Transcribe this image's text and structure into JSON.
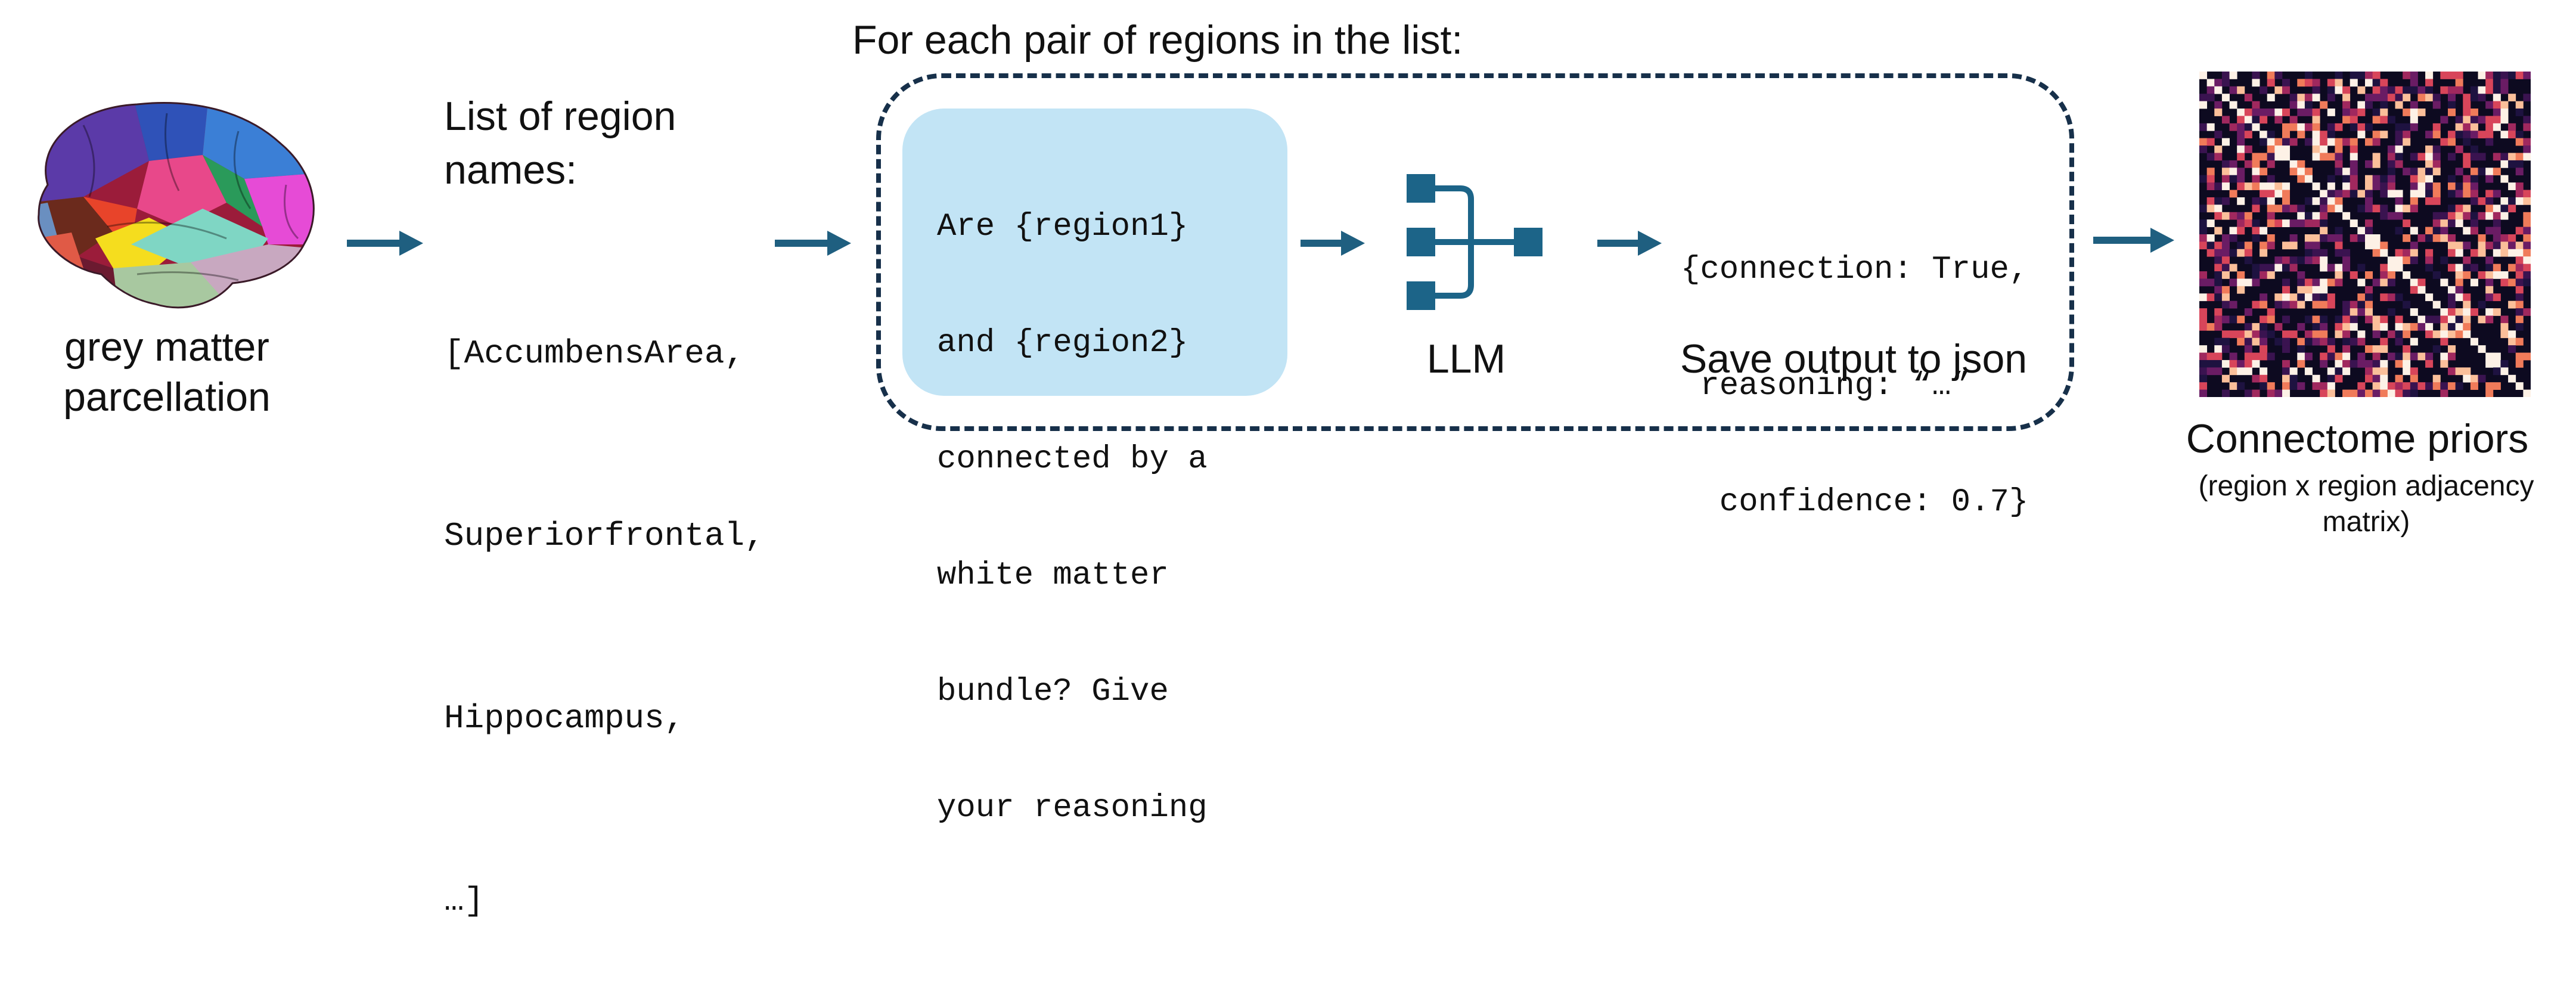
{
  "brain": {
    "caption_line1": "grey matter",
    "caption_line2": "parcellation"
  },
  "region_list": {
    "title_line1": "List of region",
    "title_line2": "names:",
    "items": [
      "[AccumbensArea,",
      "Superiorfrontal,",
      "Hippocampus,",
      "…]"
    ]
  },
  "loop": {
    "title": "For each pair of regions in the list:"
  },
  "prompt": {
    "lines": [
      "Are {region1}",
      "and {region2}",
      "connected by a",
      "white matter",
      "bundle? Give",
      "your reasoning"
    ]
  },
  "llm": {
    "caption": "LLM"
  },
  "output": {
    "lines": [
      "{connection: True,",
      " reasoning: “…”",
      "  confidence: 0.7}"
    ],
    "caption": "Save output to json"
  },
  "matrix": {
    "title": "Connectome priors",
    "subtitle_line1": "(region x region adjacency",
    "subtitle_line2": "matrix)"
  },
  "colors": {
    "arrow": "#1f5f80",
    "llm_icon": "#1c6488",
    "loop_border": "#17304a",
    "prompt_bg": "#c2e4f5",
    "matrix_bg": "#0d0a20",
    "matrix_palette": [
      "#0d0a20",
      "#0d0a20",
      "#1e1240",
      "#3a1350",
      "#6a1c64",
      "#a0285e",
      "#d8455a",
      "#f07b5a",
      "#fbbf9a",
      "#fdf1e6"
    ]
  }
}
